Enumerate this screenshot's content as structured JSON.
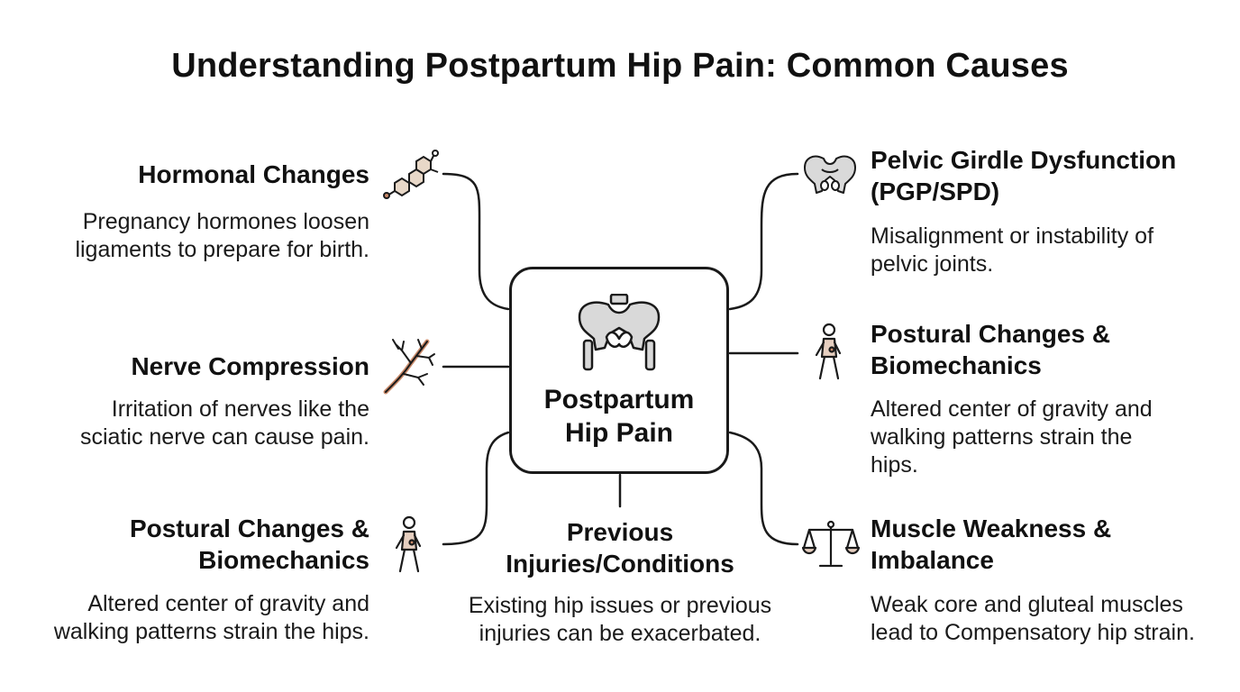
{
  "title": "Understanding Postpartum Hip Pain: Common Causes",
  "center": {
    "line1": "Postpartum",
    "line2": "Hip Pain",
    "icon": "pelvis-icon"
  },
  "causes": {
    "hormonal": {
      "title": "Hormonal Changes",
      "desc_lines": [
        "Pregnancy hormones loosen",
        "ligaments to prepare for birth."
      ],
      "icon": "molecule-icon"
    },
    "nerve": {
      "title": "Nerve Compression",
      "desc_lines": [
        "Irritation of nerves like the",
        "sciatic nerve can cause pain."
      ],
      "icon": "nerve-icon"
    },
    "postural_left": {
      "title_lines": [
        "Postural Changes &",
        "Biomechanics"
      ],
      "desc_lines": [
        "Altered center of gravity and",
        "walking patterns strain the hips."
      ],
      "icon": "walking-person-icon"
    },
    "previous": {
      "title_lines": [
        "Previous",
        "Injuries/Conditions"
      ],
      "desc_lines": [
        "Existing hip issues or previous",
        "injuries can be exacerbated."
      ]
    },
    "pelvic": {
      "title_lines": [
        "Pelvic Girdle Dysfunction",
        "(PGP/SPD)"
      ],
      "desc_lines": [
        "Misalignment or instability of",
        "pelvic joints."
      ],
      "icon": "pelvis-icon"
    },
    "postural_right": {
      "title_lines": [
        "Postural Changes &",
        "Biomechanics"
      ],
      "desc_lines": [
        "Altered center of gravity and",
        "walking patterns strain the",
        "hips."
      ],
      "icon": "walking-person-icon"
    },
    "muscle": {
      "title_lines": [
        "Muscle Weakness &",
        "Imbalance"
      ],
      "desc_lines": [
        "Weak core and gluteal muscles",
        "lead to Compensatory hip strain."
      ],
      "icon": "balance-scale-icon"
    }
  },
  "colors": {
    "line": "#1a1a1a",
    "bone": "#d9d9d9",
    "accent": "#c98a6a"
  }
}
